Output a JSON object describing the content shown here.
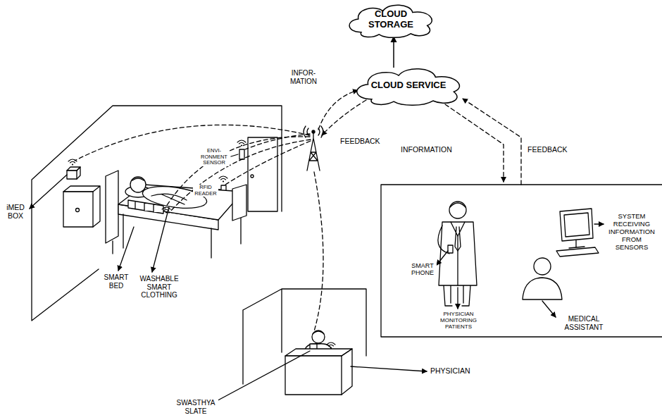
{
  "diagram": {
    "nodes": [
      {
        "text": [
          "CLOUD STORAGE"
        ]
      },
      {
        "text": [
          "CLOUD SERVICE"
        ]
      }
    ],
    "edges": [
      {
        "from": 1,
        "to": 0,
        "arrow": "to"
      }
    ],
    "labels": [
      "INFOR-MATION",
      "FEEDBACK",
      "INFORMATION",
      "FEEDBACK",
      "ENVI-RONMENT SENSOR",
      "RFID READER",
      "iMED BOX",
      "SMART BED",
      "WASHABLE SMART CLOTHING",
      "SMART PHONE",
      "PHYSICIAN MONITORING PATIENTS",
      "SYSTEM RECEIVING INFORMATION FROM SENSORS",
      "MEDICAL ASSISTANT",
      "SWASTHYA SLATE",
      "PHYSICIAN"
    ]
  }
}
